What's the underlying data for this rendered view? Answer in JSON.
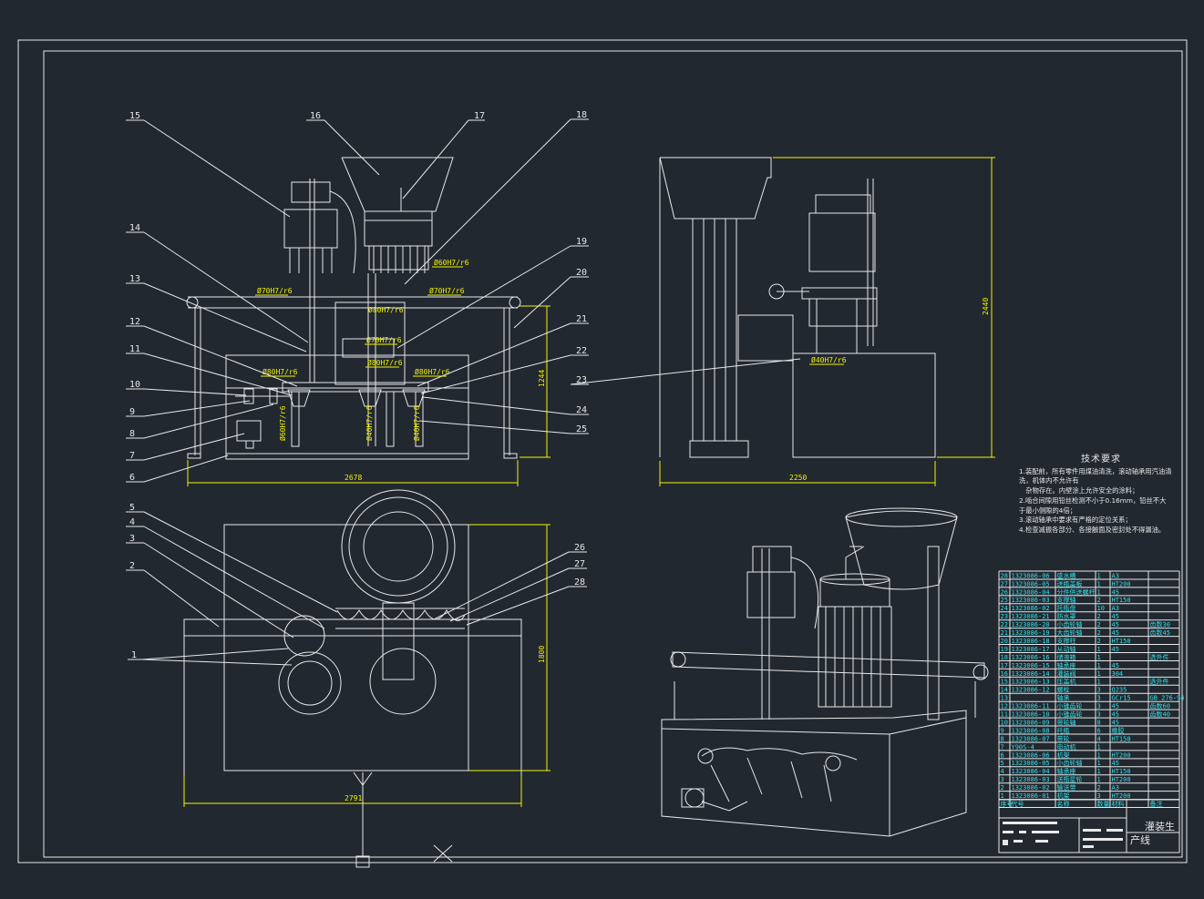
{
  "callouts_top": [
    {
      "n": "15"
    },
    {
      "n": "16"
    },
    {
      "n": "17"
    },
    {
      "n": "18"
    },
    {
      "n": "14"
    },
    {
      "n": "19"
    },
    {
      "n": "13"
    },
    {
      "n": "20"
    },
    {
      "n": "12"
    },
    {
      "n": "21"
    },
    {
      "n": "11"
    },
    {
      "n": "22"
    },
    {
      "n": "10"
    },
    {
      "n": "23"
    },
    {
      "n": "9"
    },
    {
      "n": "24"
    },
    {
      "n": "8"
    },
    {
      "n": "25"
    },
    {
      "n": "7"
    },
    {
      "n": "6"
    }
  ],
  "callouts_bottom": [
    {
      "n": "5"
    },
    {
      "n": "4"
    },
    {
      "n": "3"
    },
    {
      "n": "2"
    },
    {
      "n": "1"
    },
    {
      "n": "26"
    },
    {
      "n": "27"
    },
    {
      "n": "28"
    }
  ],
  "fits": {
    "f1": "Ø60H7/r6",
    "f2": "Ø70H7/r6",
    "f3": "Ø70H7/r6",
    "f4": "Ø80H7/r6",
    "f5": "Ø70H7/r6",
    "f6": "Ø80H7/r6",
    "f7": "Ø80H7/r6",
    "f8": "Ø80H7/r6",
    "f9": "Ø60H7/r6",
    "f10": "Ø40H7/r6",
    "f11": "Ø40H7/r6",
    "f12": "Ø40H7/r6"
  },
  "dims": {
    "front_width": "2678",
    "front_height": "1244",
    "side_width": "2250",
    "side_height": "2440",
    "plan_width": "2791",
    "plan_height": "1800"
  },
  "tech": {
    "title": "技术要求",
    "lines": [
      "1.装配前，所有零件用煤油清洗，滚动轴承用汽油清",
      "洗，机体内不允许有",
      "　杂物存在。内壁涂上允许安全的涂料；",
      "2.啮合间隙用铅丝检测不小于0.16mm，铅丝不大",
      "于最小侧隙的4倍；",
      "3.滚动轴承中要求有严格的定位关系；",
      "4.检查减振各部分、各接触面及密封处不得漏油。"
    ]
  },
  "bom": [
    [
      "28",
      "1323086-06",
      "盛水槽",
      "1",
      "A3",
      ""
    ],
    [
      "27",
      "1323086-05",
      "送瓶盖板",
      "1",
      "HT200",
      ""
    ],
    [
      "26",
      "1323086-04",
      "分件供送螺杆",
      "1",
      "45",
      ""
    ],
    [
      "25",
      "1323086-03",
      "支撑轴",
      "2",
      "HT150",
      ""
    ],
    [
      "24",
      "1323086-02",
      "托瓶盘",
      "10",
      "A3",
      ""
    ],
    [
      "23",
      "1323086-21",
      "防水罩",
      "2",
      "45",
      ""
    ],
    [
      "22",
      "1323086-20",
      "小齿轮轴",
      "2",
      "45",
      "齿数30"
    ],
    [
      "21",
      "1323086-19",
      "大齿轮轴",
      "2",
      "45",
      "齿数45"
    ],
    [
      "20",
      "1323086-18",
      "支撑柱",
      "2",
      "HT150",
      ""
    ],
    [
      "19",
      "1323086-17",
      "从动轴",
      "1",
      "45",
      ""
    ],
    [
      "18",
      "1323086-16",
      "储液箱",
      "1",
      "",
      "选外件"
    ],
    [
      "17",
      "1323086-15",
      "轴承座",
      "1",
      "45",
      ""
    ],
    [
      "16",
      "1323086-14",
      "灌装阀",
      "1",
      "304",
      ""
    ],
    [
      "15",
      "1323086-13",
      "压盖机",
      "1",
      "",
      "选外件"
    ],
    [
      "14",
      "1323086-12",
      "螺栓",
      "3",
      "Q235",
      ""
    ],
    [
      "13",
      "",
      "轴承",
      "3",
      "GCr15",
      "GB 276-94"
    ],
    [
      "12",
      "1323086-11",
      "小锥齿轮",
      "3",
      "45",
      "齿数60"
    ],
    [
      "11",
      "1323086-10",
      "小锥齿轮",
      "3",
      "45",
      "齿数40"
    ],
    [
      "10",
      "1323086-09",
      "带轮轴",
      "8",
      "45",
      ""
    ],
    [
      "9",
      "1323086-08",
      "托瓶",
      "6",
      "橡胶",
      ""
    ],
    [
      "8",
      "1323086-07",
      "带轮",
      "4",
      "HT150",
      ""
    ],
    [
      "7",
      "Y90S-4",
      "电动机",
      "1",
      "",
      ""
    ],
    [
      "6",
      "1323086-06",
      "机架",
      "1",
      "HT200",
      ""
    ],
    [
      "5",
      "1323086-05",
      "小齿轮轴",
      "1",
      "45",
      ""
    ],
    [
      "4",
      "1323086-04",
      "轴承座",
      "1",
      "HT150",
      ""
    ],
    [
      "3",
      "1323086-03",
      "送瓶星轮",
      "1",
      "HT200",
      ""
    ],
    [
      "2",
      "1323086-02",
      "输送带",
      "2",
      "A3",
      ""
    ],
    [
      "1",
      "1323086-01",
      "机架",
      "3",
      "HT200",
      ""
    ]
  ],
  "bom_header": [
    "序号",
    "代号",
    "名称",
    "数量",
    "材料",
    "备注"
  ],
  "title_block": {
    "name_line1": "灌装生",
    "name_line2": "产线"
  }
}
